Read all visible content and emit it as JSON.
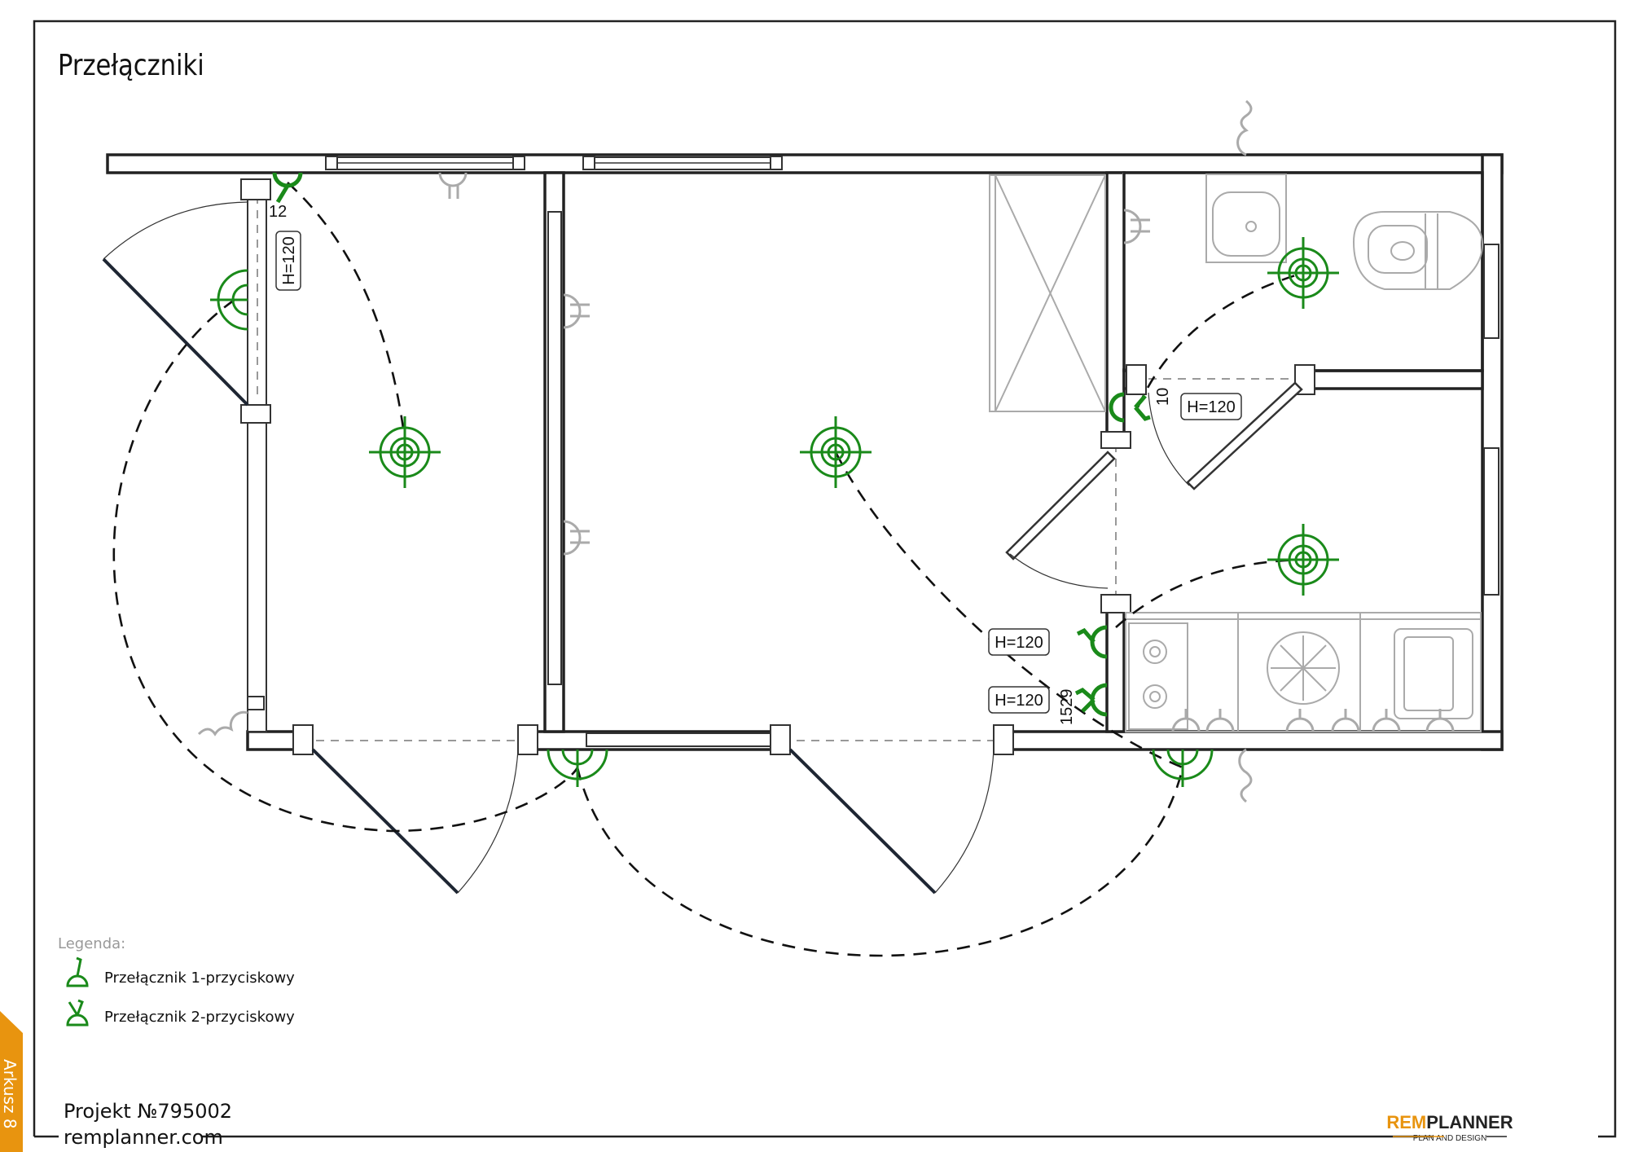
{
  "title": "Przełączniki",
  "labels": {
    "dim_12": "12",
    "dim_10": "10",
    "dim_1529": "1529",
    "height_left": "H=120",
    "height_bath": "H=120",
    "height_hall_1": "H=120",
    "height_hall_2": "H=120"
  },
  "legend": {
    "heading": "Legenda:",
    "items": [
      {
        "icon": "switch-1-button-icon",
        "label": "Przełącznik 1-przyciskowy"
      },
      {
        "icon": "switch-2-button-icon",
        "label": "Przełącznik 2-przyciskowy"
      }
    ]
  },
  "footer": {
    "project": "Projekt №795002",
    "website": "remplanner.com",
    "sheet": "Arkusz 8"
  },
  "logo": {
    "part1": "REM",
    "part2": "PLANNER",
    "tagline": "PLAN AND DESIGN"
  },
  "colors": {
    "switch": "#1a8a1a",
    "accent": "#e8940f",
    "fixtures": "#aaaaaa"
  }
}
